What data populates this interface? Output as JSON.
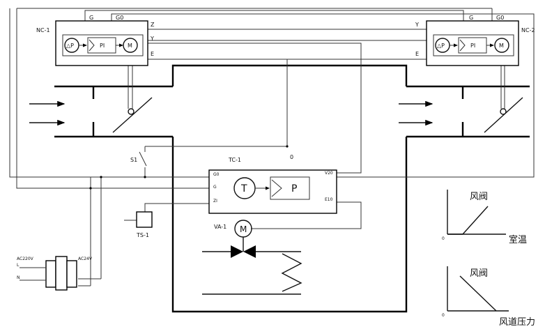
{
  "controllers": {
    "nc1": {
      "label": "NC-1",
      "g": "G",
      "g0": "G0",
      "pressure": "△P",
      "pi": "PI",
      "motor": "M"
    },
    "nc2": {
      "label": "NC-2",
      "g": "G",
      "g0": "G0",
      "pressure": "△P",
      "pi": "PI",
      "motor": "M"
    },
    "tc1": {
      "label": "TC-1",
      "sensor": "T",
      "p": "P",
      "g0": "G0",
      "g": "G",
      "zi": "ZI",
      "v20": "V20",
      "e10": "E10"
    }
  },
  "wires": {
    "z_left": "Z",
    "y_left": "Y",
    "e_left": "E",
    "y_right": "Y",
    "e_right": "E",
    "zero": "0"
  },
  "components": {
    "s1": "S1",
    "ts1": "TS-1",
    "va1": "VA-1",
    "va1_motor": "M",
    "transformer_in": "AC220V",
    "transformer_out": "AC24V",
    "line_l": "L",
    "line_n": "N"
  },
  "graph1": {
    "y_label": "风阀",
    "x_label": "室温",
    "origin": "0"
  },
  "graph2": {
    "y_label": "风阀",
    "x_label": "风道压力",
    "origin": "0"
  }
}
